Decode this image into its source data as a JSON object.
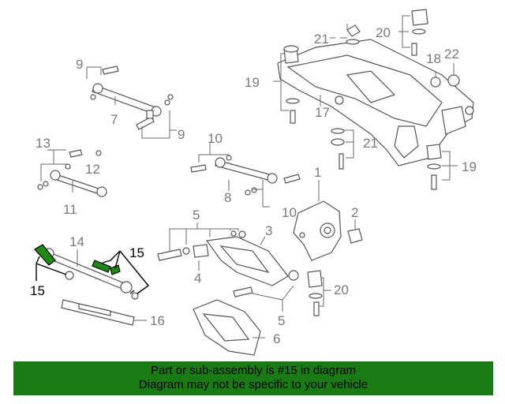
{
  "callouts": {
    "c2": "2",
    "c3": "3",
    "c4": "4",
    "c5a": "5",
    "c5b": "5",
    "c6": "6",
    "c7": "7",
    "c8": "8",
    "c9a": "9",
    "c9b": "9",
    "c10a": "10",
    "c10b": "10",
    "c11": "11",
    "c12": "12",
    "c13": "13",
    "c14": "14",
    "c15a": "15",
    "c15b": "15",
    "c16": "16",
    "c17": "17",
    "c18": "18",
    "c19a": "19",
    "c19b": "19",
    "c20a": "20",
    "c20b": "20",
    "c21a": "21",
    "c21b": "21",
    "c22": "22",
    "c1": "1"
  },
  "highlighted_part": "15",
  "banner": {
    "line1": "Part or sub-assembly is #15 in diagram",
    "line2": "Diagram may not be specific to your vehicle"
  },
  "colors": {
    "banner": "#1a7a14",
    "highlight_part": "#1e8a14"
  }
}
